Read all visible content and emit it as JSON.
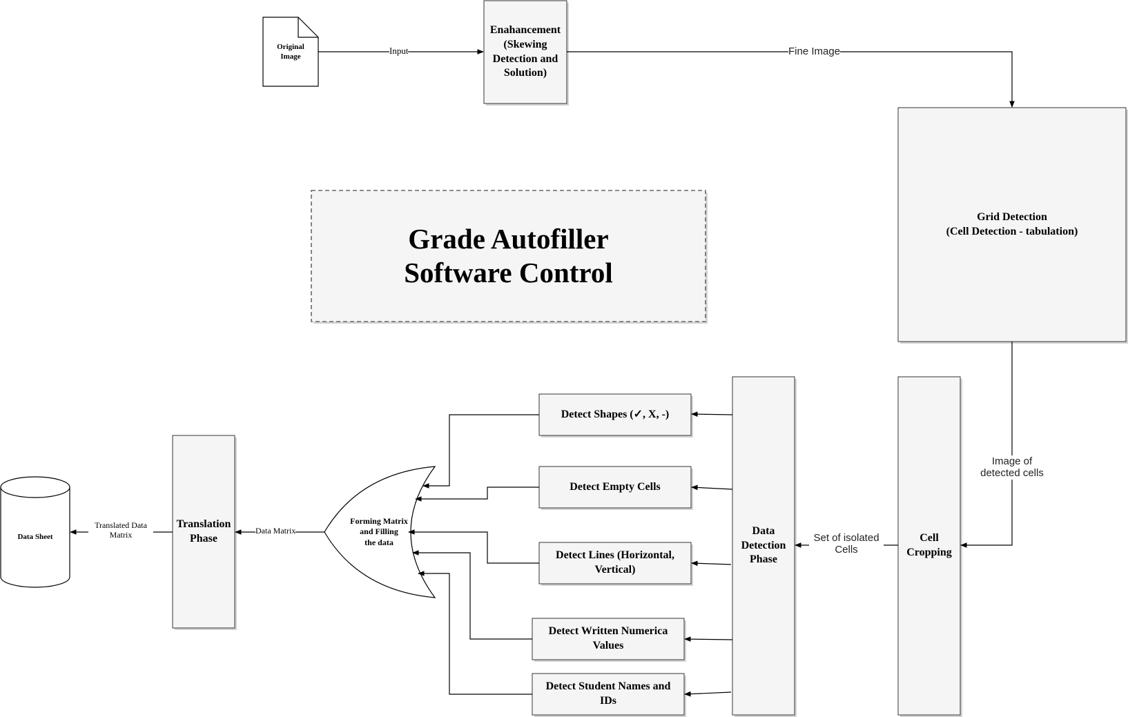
{
  "nodes": {
    "original_image": "Original\nImage",
    "enhancement": "Enahancement\n(Skewing\nDetection and\nSolution)",
    "grid_detection": "Grid Detection\n(Cell Detection - tabulation)",
    "title": "Grade Autofiller\nSoftware Control",
    "cell_cropping": "Cell\nCropping",
    "data_detection": "Data\nDetection\nPhase",
    "detect_shapes": "Detect Shapes (✓, X, -)",
    "detect_empty": "Detect Empty Cells",
    "detect_lines": "Detect Lines (Horizontal,\nVertical)",
    "detect_numerical": "Detect Written Numerica\nValues",
    "detect_names": "Detect Student Names and\nIDs",
    "forming_matrix": "Forming Matrix\nand Filling\nthe data",
    "translation": "Translation\nPhase",
    "data_sheet": "Data Sheet"
  },
  "edges": {
    "input": "Input",
    "fine_image": "Fine Image",
    "image_detected_cells": "Image of\ndetected cells",
    "set_isolated_cells": "Set of isolated\nCells",
    "data_matrix": "Data Matrix",
    "translated_data_matrix": "Translated Data\nMatrix"
  }
}
